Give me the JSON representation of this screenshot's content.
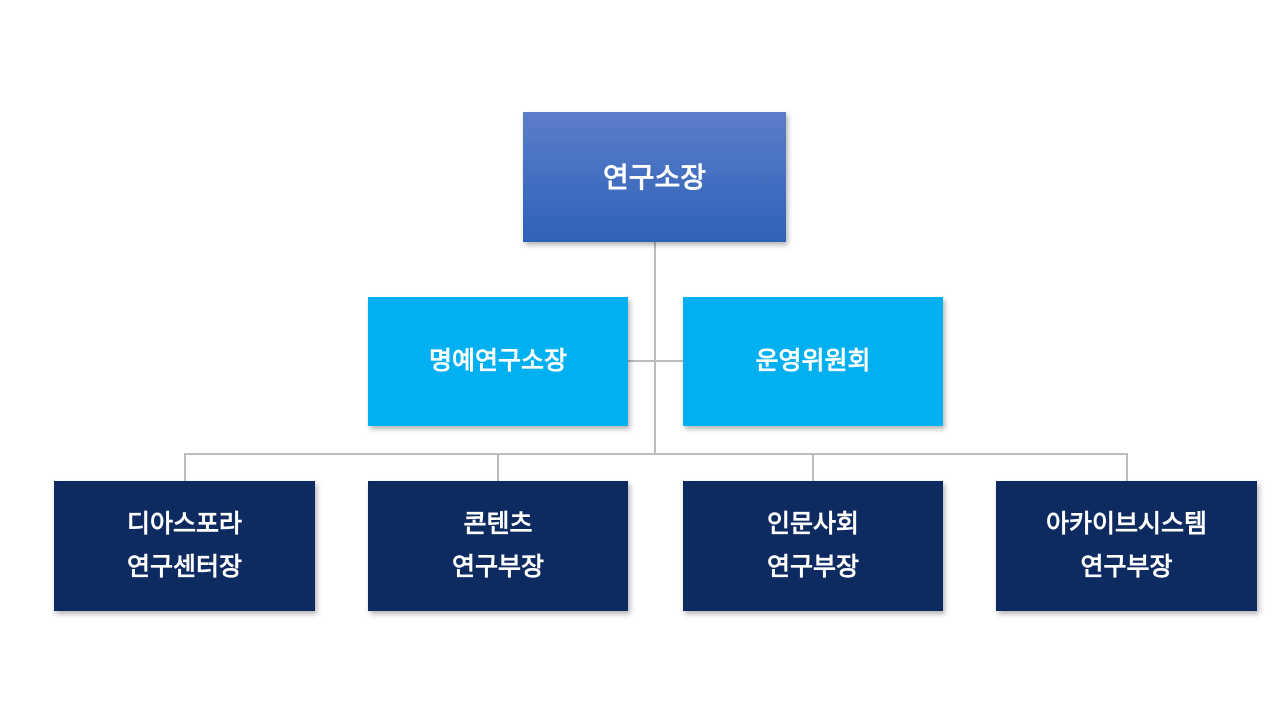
{
  "slide": {
    "background": "#FFFFFF"
  },
  "colors": {
    "director_top": "#5B7EC9",
    "director_bottom": "#2E61B8",
    "secondary": "#00B0F0",
    "department": "#0D2A61",
    "connector": "#BDBDBD",
    "label_text": "#FFFFFF"
  },
  "org_chart": {
    "type": "org-hierarchy",
    "root": {
      "id": "research-director",
      "label": "연구소장"
    },
    "advisors": [
      {
        "id": "honorary-research-director",
        "label": "명예연구소장"
      },
      {
        "id": "steering-committee",
        "label": "운영위원회"
      }
    ],
    "departments": [
      {
        "id": "diaspora-research-center-head",
        "lines": [
          "디아스포라",
          "연구센터장"
        ]
      },
      {
        "id": "contents-research-head",
        "lines": [
          "콘텐츠",
          "연구부장"
        ]
      },
      {
        "id": "humanities-social-research-head",
        "lines": [
          "인문사회",
          "연구부장"
        ]
      },
      {
        "id": "archive-system-research-head",
        "lines": [
          "아카이브시스템",
          "연구부장"
        ]
      }
    ]
  }
}
